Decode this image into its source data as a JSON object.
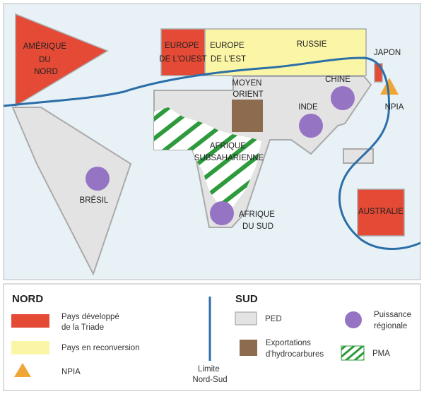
{
  "colors": {
    "ocean": "#e8f1f6",
    "triad_red": "#e44a35",
    "reconversion_yellow": "#fbf5a6",
    "npia_orange": "#f0a637",
    "ped_gray": "#e3e3e3",
    "hydrocarbon_brown": "#8c6b4f",
    "pma_green": "#2d9a3c",
    "regional_purple": "#9674c4",
    "north_south_line": "#2b6ea8",
    "legend_background": "#ffffff",
    "shape_stroke": "#aaaaaa"
  },
  "map_labels": {
    "amerique_du_nord": [
      "AMÉRIQUE",
      "DU",
      "NORD"
    ],
    "europe_ouest": [
      "EUROPE",
      "DE L'OUEST"
    ],
    "europe_est": [
      "EUROPE",
      "DE L'EST"
    ],
    "russie": "RUSSIE",
    "japon": "JAPON",
    "npia": "NPIA",
    "moyen_orient": [
      "MOYEN",
      "ORIENT"
    ],
    "chine": "CHINE",
    "inde": "INDE",
    "afrique_subsaharienne": [
      "AFRIQUE",
      "SUBSAHARIENNE"
    ],
    "bresil": "BRÉSIL",
    "afrique_du_sud": [
      "AFRIQUE",
      "DU SUD"
    ],
    "australie": "AUSTRALIE"
  },
  "legend": {
    "nord_title": "NORD",
    "sud_title": "SUD",
    "triad_label": [
      "Pays développé",
      "de la Triade"
    ],
    "reconversion_label": "Pays en reconversion",
    "npia_label": "NPIA",
    "line_label": [
      "Limite",
      "Nord-Sud"
    ],
    "ped_label": "PED",
    "hydrocarbons_label": [
      "Exportations",
      "d'hydrocarbures"
    ],
    "pma_label": "PMA",
    "regional_power_label": [
      "Puissance",
      "régionale"
    ]
  }
}
